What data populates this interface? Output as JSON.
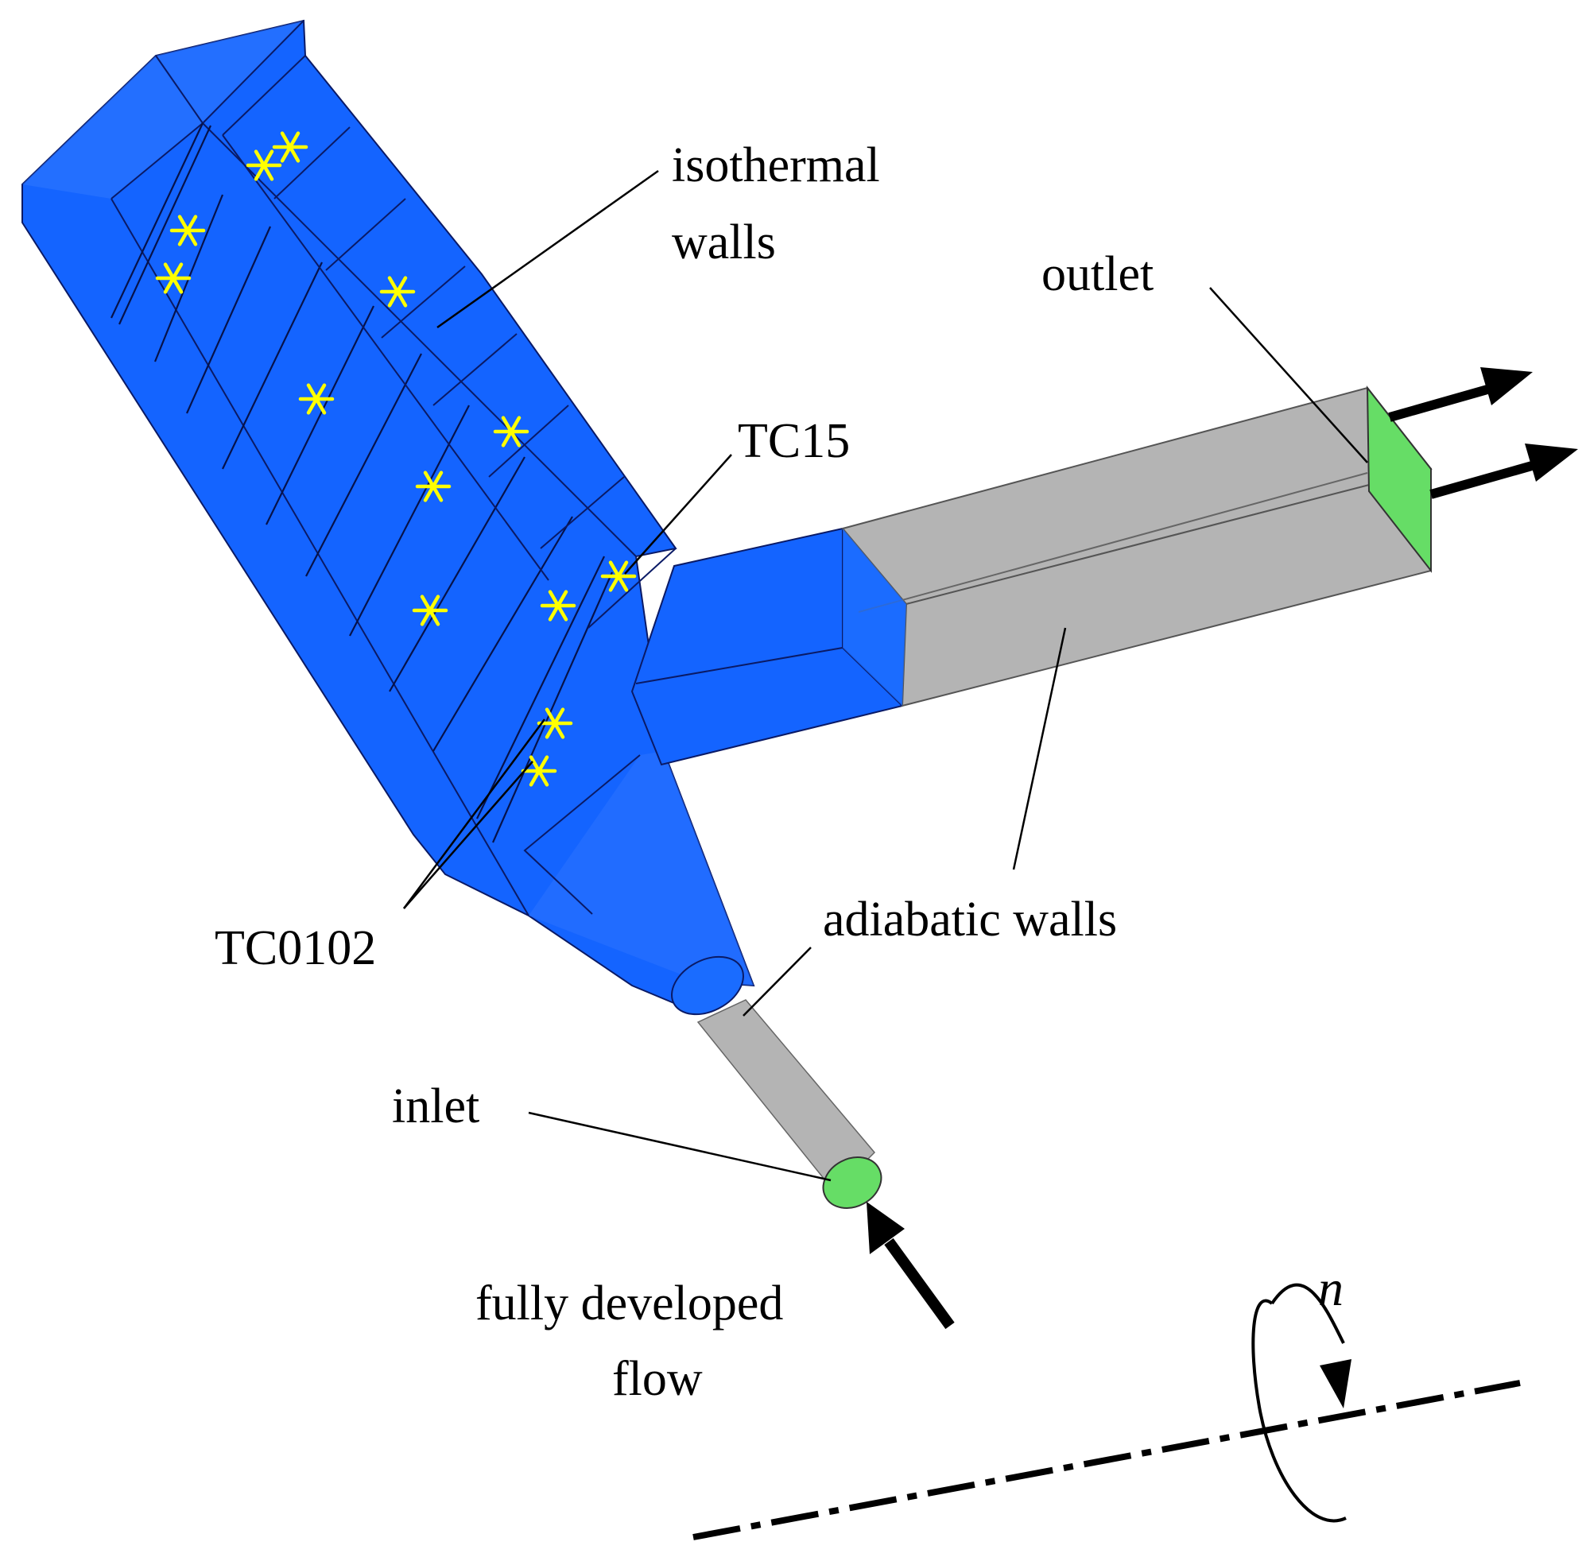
{
  "labels": {
    "isothermal_line1": "isothermal",
    "isothermal_line2": "walls",
    "outlet": "outlet",
    "tc15": "TC15",
    "tc0102": "TC0102",
    "adiabatic": "adiabatic walls",
    "inlet": "inlet",
    "flow_line1": "fully developed",
    "flow_line2": "flow",
    "rotation": "n"
  },
  "colors": {
    "isothermal_region": "#1464ff",
    "adiabatic_region": "#b4b4b4",
    "boundary_faces": "#66dd66",
    "thermocouple_markers": "#ffff00"
  },
  "thermocouple_markers_count": 14
}
